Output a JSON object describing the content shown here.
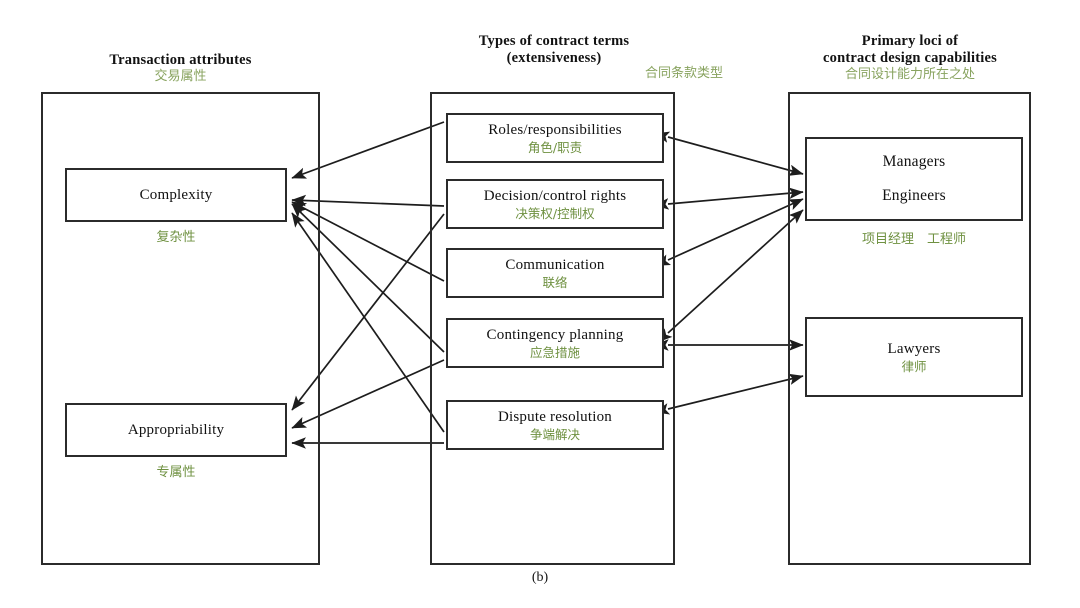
{
  "figure": {
    "caption": "(b)",
    "accent_green": "#6f9141",
    "line_color": "#2b2b2b"
  },
  "columns": {
    "left": {
      "header_en": "Transaction attributes",
      "header_zh": "交易属性",
      "nodes": [
        {
          "en": "Complexity",
          "zh": "复杂性"
        },
        {
          "en": "Appropriability",
          "zh": "专属性"
        }
      ]
    },
    "middle": {
      "header_en_line1": "Types of contract terms",
      "header_en_line2": "(extensiveness)",
      "header_zh": "合同条款类型",
      "nodes": [
        {
          "en": "Roles/responsibilities",
          "zh": "角色/职责"
        },
        {
          "en": "Decision/control rights",
          "zh": "决策权/控制权"
        },
        {
          "en": "Communication",
          "zh": "联络"
        },
        {
          "en": "Contingency planning",
          "zh": "应急措施"
        },
        {
          "en": "Dispute resolution",
          "zh": "争端解决"
        }
      ]
    },
    "right": {
      "header_en_line1": "Primary loci of",
      "header_en_line2": "contract design capabilities",
      "header_zh": "合同设计能力所在之处",
      "nodes": [
        {
          "en_line1": "Managers",
          "en_line2": "Engineers",
          "zh": "项目经理　工程师"
        },
        {
          "en_line1": "Lawyers",
          "zh": "律师"
        }
      ]
    }
  },
  "connections": {
    "left_to_middle": [
      {
        "from": "Roles/responsibilities",
        "to": "Complexity"
      },
      {
        "from": "Decision/control rights",
        "to": "Complexity"
      },
      {
        "from": "Communication",
        "to": "Complexity"
      },
      {
        "from": "Contingency planning",
        "to": "Complexity"
      },
      {
        "from": "Dispute resolution",
        "to": "Complexity"
      },
      {
        "from": "Decision/control rights",
        "to": "Appropriability"
      },
      {
        "from": "Contingency planning",
        "to": "Appropriability"
      },
      {
        "from": "Dispute resolution",
        "to": "Appropriability"
      }
    ],
    "middle_to_right": [
      {
        "between": [
          "Roles/responsibilities",
          "Managers/Engineers"
        ],
        "bidirectional": true
      },
      {
        "between": [
          "Decision/control rights",
          "Managers/Engineers"
        ],
        "bidirectional": true
      },
      {
        "between": [
          "Communication",
          "Managers/Engineers"
        ],
        "bidirectional": true
      },
      {
        "between": [
          "Contingency planning",
          "Managers/Engineers"
        ],
        "bidirectional": true
      },
      {
        "between": [
          "Contingency planning",
          "Lawyers"
        ],
        "bidirectional": true
      },
      {
        "between": [
          "Dispute resolution",
          "Lawyers"
        ],
        "bidirectional": true
      }
    ]
  }
}
